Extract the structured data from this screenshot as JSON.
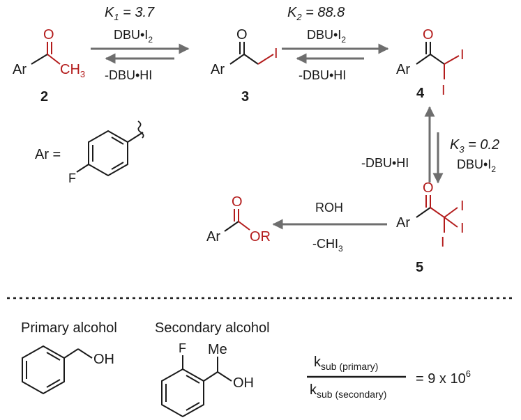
{
  "scheme": {
    "compounds": {
      "c2": {
        "number": "2",
        "ar": "Ar",
        "o": "O",
        "ch3": "CH",
        "ch3_sub": "3"
      },
      "c3": {
        "number": "3",
        "ar": "Ar",
        "o": "O",
        "i": "I"
      },
      "c4": {
        "number": "4",
        "ar": "Ar",
        "o": "O",
        "i1": "I",
        "i2": "I"
      },
      "c5": {
        "number": "5",
        "ar": "Ar",
        "o": "O",
        "i1": "I",
        "i2": "I",
        "i3": "I"
      },
      "ester": {
        "ar": "Ar",
        "o": "O",
        "or": "OR"
      }
    },
    "eq1": {
      "k": "K",
      "k_sub": "1",
      "k_value": " = 3.7",
      "reagent_pre": "DBU•I",
      "reagent_sub": "2",
      "reverse": "-DBU•HI"
    },
    "eq2": {
      "k": "K",
      "k_sub": "2",
      "k_value": " = 88.8",
      "reagent_pre": "DBU•I",
      "reagent_sub": "2",
      "reverse": "-DBU•HI"
    },
    "eq3": {
      "k": "K",
      "k_sub": "3",
      "k_value": " = 0.2",
      "reagent_pre": "DBU•I",
      "reagent_sub": "2",
      "reverse": "-DBU•HI"
    },
    "cleavage": {
      "reagent": "ROH",
      "byproduct_pre": "-CHI",
      "byproduct_sub": "3"
    },
    "ar_def": {
      "label": "Ar =",
      "f": "F"
    }
  },
  "bottom": {
    "primary": {
      "title": "Primary alcohol",
      "oh": "OH"
    },
    "secondary": {
      "title": "Secondary alcohol",
      "f": "F",
      "me": "Me",
      "oh": "OH"
    },
    "ratio": {
      "num_k": "k",
      "num_sub": "sub (primary)",
      "den_k": "k",
      "den_sub": "sub (secondary)",
      "result_pre": "= 9 x 10",
      "result_sup": "6"
    }
  },
  "colors": {
    "highlight": "#b31b1b",
    "arrow": "#6e6e6e",
    "ink": "#1a1a1a"
  }
}
